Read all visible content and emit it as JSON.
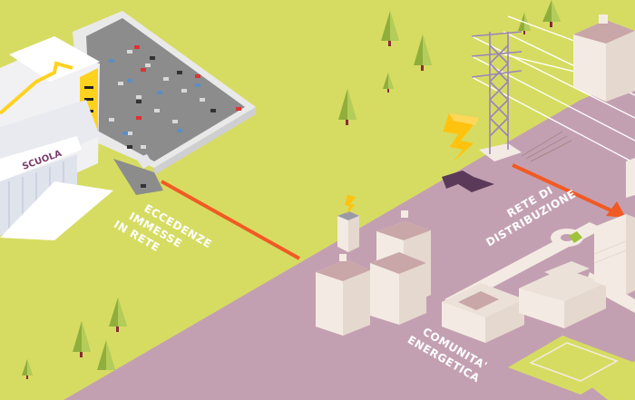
{
  "scene": {
    "title": "Energy community diagram",
    "colors": {
      "grass": "#d6dc62",
      "ground": "#c3a0b1",
      "road_shadow": "#5a3a58",
      "arrow": "#f15a24",
      "bolt": "#ffc20e",
      "tower": "#9a84b8",
      "building": "#f3ebe3",
      "roof": "#c9a6a8",
      "parking": "#8c8c8c",
      "tree_dark": "#8fae3c",
      "tree_light": "#b3cc5a"
    }
  },
  "school": {
    "sign_text": "SCUOLA"
  },
  "labels": {
    "excess_line1": "ECCEDENZE",
    "excess_line2": "IMMESSE",
    "excess_line3": "IN RETE",
    "grid_line1": "RETE DI",
    "grid_line2": "DISTRIBUZIONE",
    "community_line1": "COMUNITA'",
    "community_line2": "ENERGETICA"
  }
}
